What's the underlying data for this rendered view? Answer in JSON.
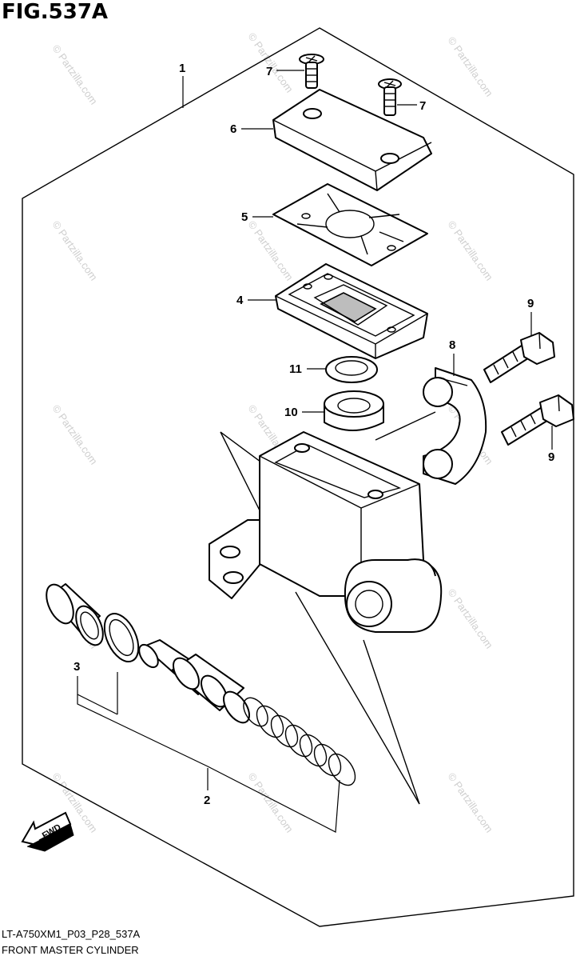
{
  "figure_title": "FIG.537A",
  "diagram_code": "LT-A750XM1_P03_P28_537A",
  "caption": "FRONT MASTER CYLINDER",
  "fwd_label": "FWD",
  "watermark_text": "© Partzilla.com",
  "callouts": {
    "c1": "1",
    "c2": "2",
    "c3": "3",
    "c4": "4",
    "c5": "5",
    "c6": "6",
    "c7a": "7",
    "c7b": "7",
    "c8": "8",
    "c9a": "9",
    "c9b": "9",
    "c10": "10",
    "c11": "11"
  },
  "colors": {
    "line": "#000000",
    "watermark": "#cfcfcf",
    "background": "#ffffff"
  }
}
